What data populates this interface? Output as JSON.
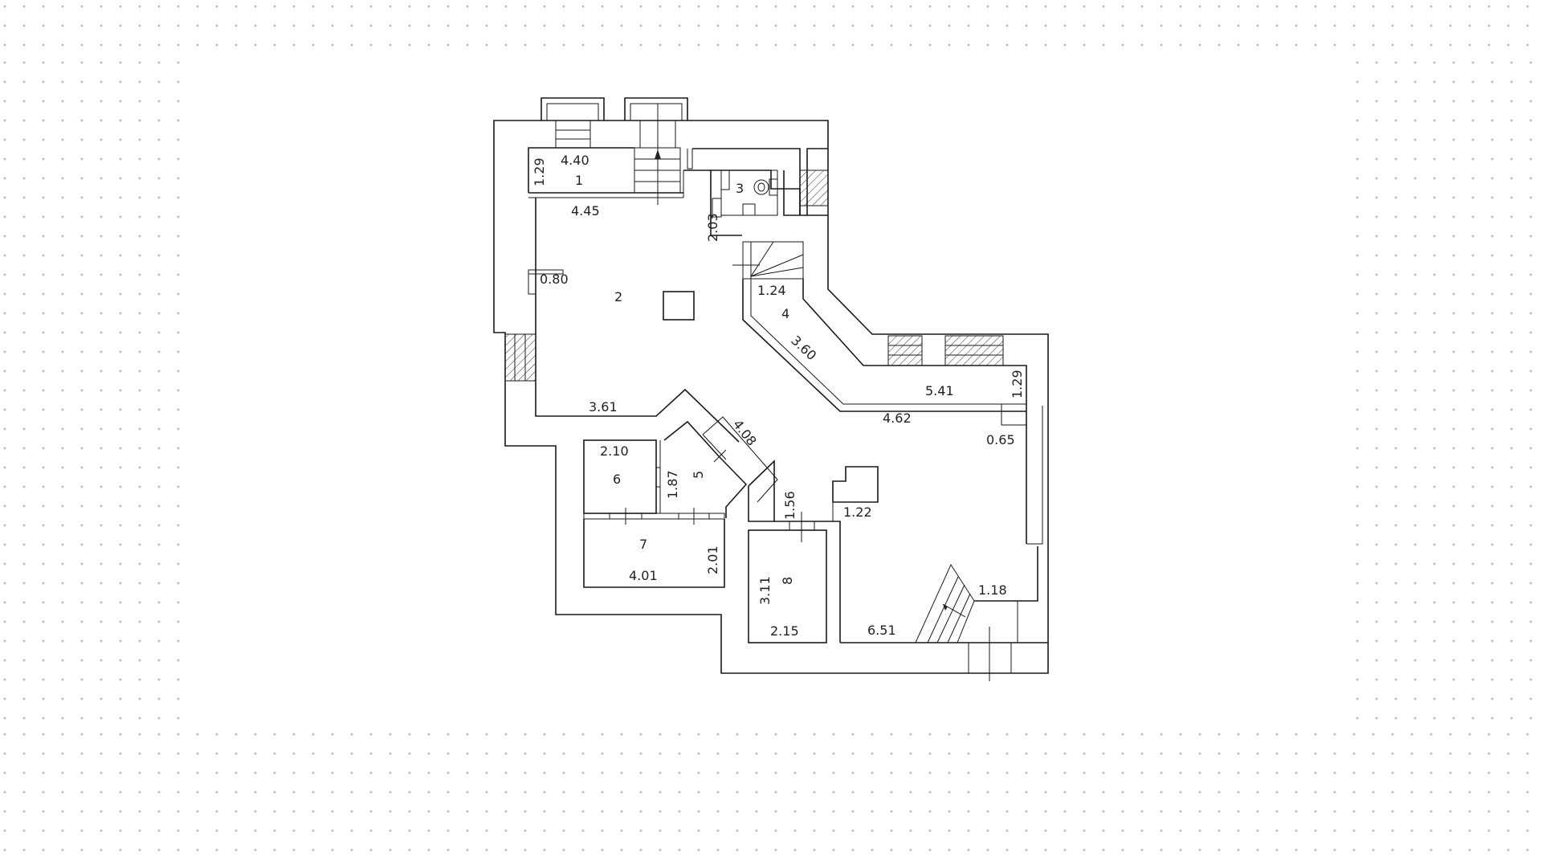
{
  "plan": {
    "rooms": [
      {
        "id": "1",
        "label": "1"
      },
      {
        "id": "2",
        "label": "2"
      },
      {
        "id": "3",
        "label": "3"
      },
      {
        "id": "4",
        "label": "4"
      },
      {
        "id": "5",
        "label": "5"
      },
      {
        "id": "6",
        "label": "6"
      },
      {
        "id": "7",
        "label": "7"
      },
      {
        "id": "8",
        "label": "8"
      }
    ],
    "dimensions": {
      "r1_width": "4.40",
      "r1_height": "1.29",
      "r2_top": "4.45",
      "r3_side": "2.03",
      "r2_niche": "0.80",
      "r4_width": "1.24",
      "r4_diag": "3.60",
      "r2_bottom": "3.61",
      "r5_diag": "4.08",
      "r6_width": "2.10",
      "r5_height": "1.87",
      "r7_width": "4.01",
      "r7_height": "2.01",
      "corr_width": "1.56",
      "r8_height": "3.11",
      "r8_width": "2.15",
      "hall_width": "5.41",
      "hall_height": "1.29",
      "main_top": "4.62",
      "main_niche": "0.65",
      "main_col": "1.22",
      "stair_width": "1.18",
      "main_bottom": "6.51"
    }
  }
}
